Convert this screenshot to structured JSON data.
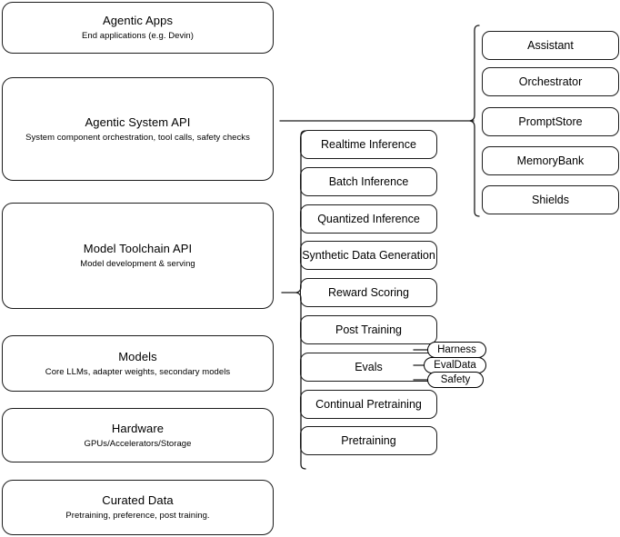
{
  "diagram": {
    "type": "layered-architecture-diagram",
    "background_color": "#ffffff",
    "stroke_color": "#1a1a1a",
    "stack": [
      {
        "id": "agentic-apps",
        "title": "Agentic Apps",
        "subtitle": "End applications (e.g. Devin)"
      },
      {
        "id": "agentic-system-api",
        "title": "Agentic System API",
        "subtitle": "System component orchestration, tool calls, safety checks"
      },
      {
        "id": "model-toolchain-api",
        "title": "Model Toolchain API",
        "subtitle": "Model development & serving"
      },
      {
        "id": "models",
        "title": "Models",
        "subtitle": "Core LLMs, adapter weights, secondary models"
      },
      {
        "id": "hardware",
        "title": "Hardware",
        "subtitle": "GPUs/Accelerators/Storage"
      },
      {
        "id": "curated-data",
        "title": "Curated Data",
        "subtitle": "Pretraining, preference, post training."
      }
    ],
    "toolchain_capabilities": [
      "Realtime Inference",
      "Batch Inference",
      "Quantized Inference",
      "Synthetic Data Generation",
      "Reward Scoring",
      "Post Training",
      "Evals",
      "Continual Pretraining",
      "Pretraining"
    ],
    "system_components": [
      "Assistant",
      "Orchestrator",
      "PromptStore",
      "MemoryBank",
      "Shields"
    ],
    "evals_badges": [
      "Harness",
      "EvalData",
      "Safety"
    ]
  }
}
